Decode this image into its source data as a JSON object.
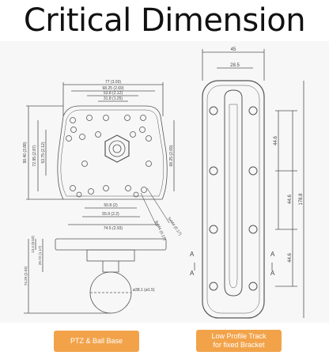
{
  "title": "Critical Dimension",
  "ptz_base": {
    "top_dims": [
      "77 (3.03)",
      "68.25 (2.69)",
      "53.8 (2.12)",
      "31.8 (1.25)"
    ],
    "left_dims": [
      "98.46 (3.88)",
      "72.95 (2.87)",
      "53.75 (2.12)"
    ],
    "right_dim": "68.25 (2.69)",
    "bottom_dims": [
      "50.8 (2)",
      "55.9 (2.2)",
      "74.5 (2.93)"
    ],
    "hole_dims": [
      "5xM4 (0.17)",
      "6xM4 (0.17)"
    ],
    "profile_dims": [
      "13.4 (0.53)",
      "29.72 (1.17)",
      "74.29 (2.93)"
    ],
    "ball_dim": "ø38.1 (ø1.5)"
  },
  "track": {
    "top_dims": [
      "45",
      "28.5"
    ],
    "side_dims": [
      "44.6",
      "44.6",
      "44.6",
      "178.8"
    ],
    "section_marks": [
      "A",
      "A",
      "A",
      "A"
    ]
  },
  "buttons": {
    "ptz_label": "PTZ & Ball Base",
    "track_line1": "Low Profile Track",
    "track_line2": "for fixed Bracket"
  }
}
